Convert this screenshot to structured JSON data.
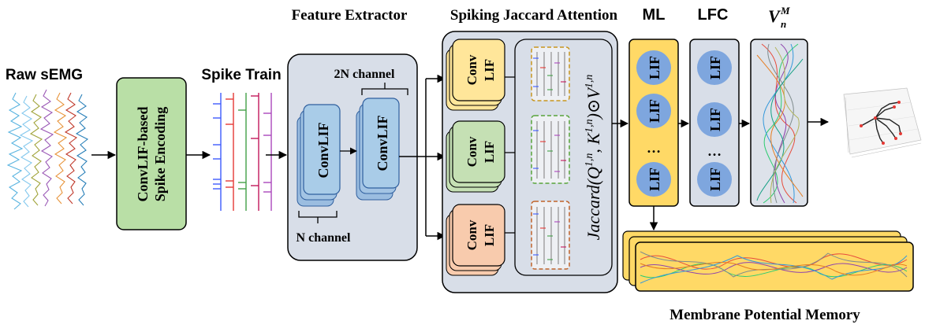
{
  "labels": {
    "feature_extractor": "Feature Extractor",
    "sja": "Spiking Jaccard Attention",
    "ml": "ML",
    "lfc": "LFC",
    "vnm_base": "V",
    "vnm_sup": "M",
    "vnm_sub": "n",
    "raw_semg": "Raw sEMG",
    "spike_train": "Spike Train",
    "encoding_line1": "ConvLIF-based",
    "encoding_line2": "Spike Encoding",
    "two_n_channel": "2N channel",
    "n_channel": "N channel",
    "convlif": "ConvLIF",
    "conv": "Conv",
    "lif": "LIF",
    "jaccard_formula": "Jaccard(Q1,n, K1,n)⊙V1,n",
    "jac_word": "Jaccard",
    "jac_q": "Q",
    "jac_k": "K",
    "jac_v": "V",
    "jac_sup": "1,n",
    "jac_odot": "⊙",
    "ellipsis": "…",
    "membrane_memory": "Membrane Potential Memory"
  },
  "colors": {
    "encoding_fill": "#b9dfa6",
    "extractor_fill": "#d8dee8",
    "convlif_fill": "#a9cce8",
    "lif_circle": "#7ea6de",
    "ml_fill": "#ffd966",
    "lfc_fill": "#d8dee8",
    "conv_yellow": "#ffe69a",
    "conv_green": "#c5e0b4",
    "conv_orange": "#f8cbad",
    "memory_fill": "#ffd966"
  }
}
